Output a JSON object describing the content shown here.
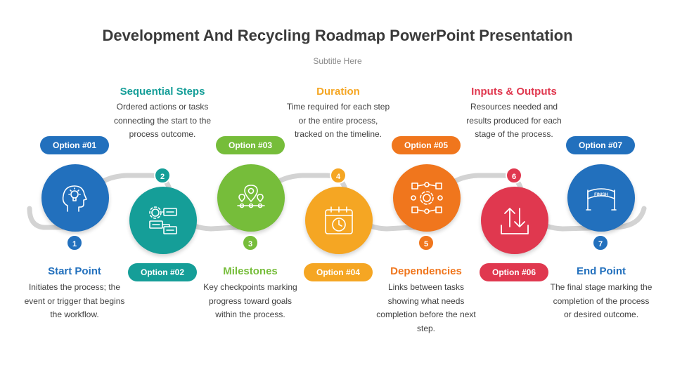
{
  "title": "Development And Recycling Roadmap PowerPoint Presentation",
  "subtitle": "Subtitle Here",
  "steps": [
    {
      "num": "1",
      "option": "Option #01",
      "heading": "Start Point",
      "desc": "Initiates the process; the event or trigger that begins the workflow.",
      "color": "#2270bd",
      "icon": "head-lightbulb-icon"
    },
    {
      "num": "2",
      "option": "Option #02",
      "heading": "Sequential Steps",
      "desc": "Ordered actions or tasks connecting the start to the process outcome.",
      "color": "#159e98",
      "icon": "sequential-gears-list-icon"
    },
    {
      "num": "3",
      "option": "Option #03",
      "heading": "Milestones",
      "desc": "Key checkpoints marking progress toward goals within the process.",
      "color": "#76bd3a",
      "icon": "map-pin-route-icon"
    },
    {
      "num": "4",
      "option": "Option #04",
      "heading": "Duration",
      "desc": "Time required for each step or the entire process, tracked on the timeline.",
      "color": "#f5a623",
      "icon": "calendar-clock-icon"
    },
    {
      "num": "5",
      "option": "Option #05",
      "heading": "Dependencies",
      "desc": "Links between tasks showing what needs completion before the next step.",
      "color": "#f0761d",
      "icon": "gear-network-icon"
    },
    {
      "num": "6",
      "option": "Option #06",
      "heading": "Inputs & Outputs",
      "desc": "Resources needed and results produced for each stage of the process.",
      "color": "#e0384f",
      "icon": "up-down-arrows-icon"
    },
    {
      "num": "7",
      "option": "Option #07",
      "heading": "End Point",
      "desc": "The final stage marking the completion of the process or desired outcome.",
      "color": "#2270bd",
      "icon": "finish-banner-icon"
    }
  ]
}
